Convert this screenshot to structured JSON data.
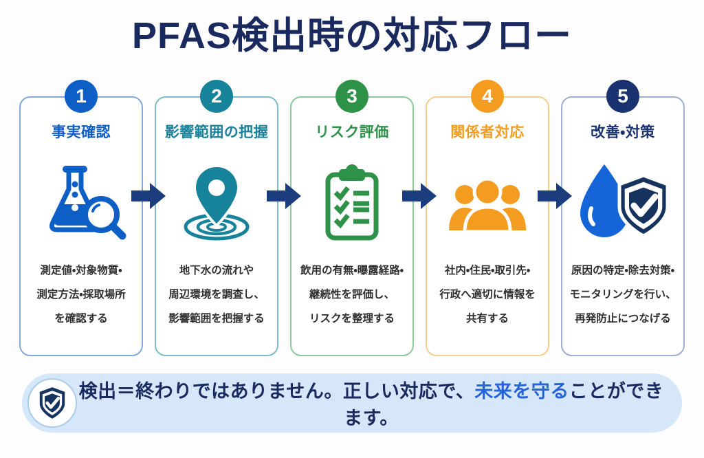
{
  "page": {
    "title": "PFAS検出時の対応フロー"
  },
  "steps": [
    {
      "number": "1",
      "title": "事実確認",
      "icon": "flask-magnifier-icon",
      "color": "#0D5FC6",
      "border_color": "#82A9DE",
      "description_lines": [
        "測定値・対象物質・",
        "測定方法・採取場所",
        "を確認する"
      ]
    },
    {
      "number": "2",
      "title": "影響範囲の把握",
      "icon": "location-pin-ripple-icon",
      "color": "#17839B",
      "border_color": "#7CBBC9",
      "description_lines": [
        "地下水の流れや",
        "周辺環境を調査し、",
        "影響範囲を把握する"
      ]
    },
    {
      "number": "3",
      "title": "リスク評価",
      "icon": "checklist-clipboard-icon",
      "color": "#2E9148",
      "border_color": "#8CC79A",
      "description_lines": [
        "飲用の有無・曝露経路・",
        "継続性を評価し、",
        "リスクを整理する"
      ]
    },
    {
      "number": "4",
      "title": "関係者対応",
      "icon": "people-group-icon",
      "color": "#F39C1F",
      "border_color": "#F6CE8C",
      "description_lines": [
        "社内・住民・取引先・",
        "行政へ適切に情報を",
        "共有する"
      ]
    },
    {
      "number": "5",
      "title": "改善・対策",
      "icon": "water-drop-shield-icon",
      "color": "#1B3270",
      "border_color": "#9FAFD0",
      "description_lines": [
        "原因の特定・除去対策・",
        "モニタリングを行い、",
        "再発防止につなげる"
      ]
    }
  ],
  "banner": {
    "icon": "shield-check-icon",
    "text_before": "検出＝終わりではありません。正しい対応で、",
    "highlight": "未来を守る",
    "text_after": "ことができます。"
  },
  "colors": {
    "title_text": "#1A2A5E",
    "arrow": "#1B3D7E",
    "description_text": "#2F2F2F",
    "banner_bg": "#D7E7FA",
    "banner_highlight": "#2563D9",
    "drop_blue": "#1565D8",
    "shield_navy": "#16325F",
    "background": "#FDFDFD"
  }
}
